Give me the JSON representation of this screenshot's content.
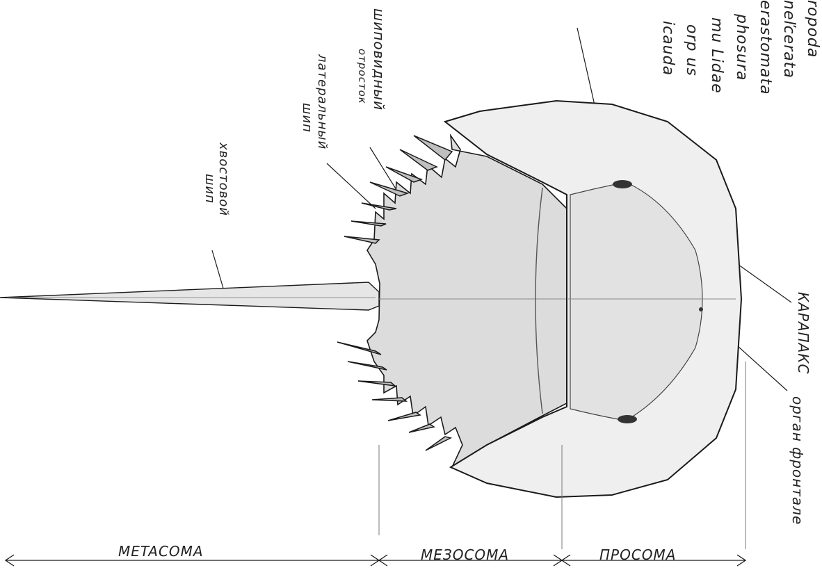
{
  "diagram": {
    "taxonomy_fragments": [
      "ropoda",
      "neľcerata",
      "erastomata",
      "phosura",
      "mu Lidae",
      "orp us",
      "icauda"
    ],
    "labels": {
      "spine_process": [
        "шиповидный",
        "отросток"
      ],
      "lateral_spine": [
        "латеральный",
        "шип"
      ],
      "tail_spine": [
        "хвостовой",
        "шип"
      ],
      "carapace": "КАРАПАКС",
      "frontal_organ": "орган фронтале"
    },
    "regions": {
      "metasoma": "METACOMA",
      "mesosoma": "MEЗОCOMA",
      "prosoma": "ПРОСОМА"
    }
  }
}
